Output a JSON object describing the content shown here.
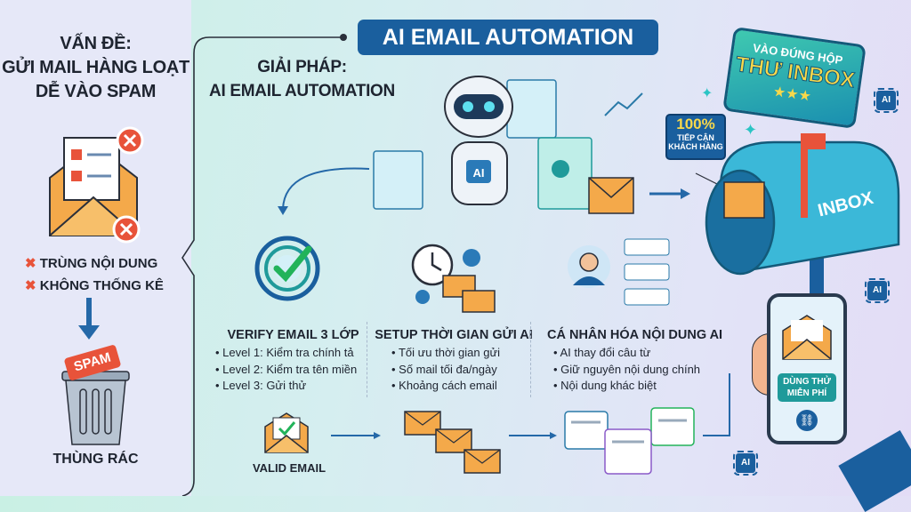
{
  "title": "AI EMAIL AUTOMATION",
  "problem": {
    "line1": "VẤN ĐỀ:",
    "line2": "GỬI MAIL HÀNG LOẠT",
    "line3": "DỄ VÀO SPAM",
    "issues": [
      "TRÙNG NỘI DUNG",
      "KHÔNG THỐNG KÊ"
    ],
    "spam_tag": "SPAM",
    "trash_label": "THÙNG RÁC"
  },
  "solution": {
    "line1": "GIẢI PHÁP:",
    "line2": "AI EMAIL AUTOMATION",
    "robot_chest": "AI"
  },
  "inbox_badge": {
    "line1": "VÀO ĐÚNG HỘP",
    "line2": "THƯ INBOX"
  },
  "reach_box": {
    "percent": "100%",
    "line1": "TIẾP CẬN",
    "line2": "KHÁCH HÀNG"
  },
  "mailbox_label": "INBOX",
  "ai_chip": "AI",
  "columns": [
    {
      "heading": "VERIFY EMAIL 3 LỚP",
      "bullets": [
        "Level 1: Kiểm tra chính tả",
        "Level 2: Kiểm tra tên miền",
        "Level 3: Gửi thử"
      ]
    },
    {
      "heading": "SETUP THỜI GIAN GỬI AI",
      "bullets": [
        "Tối ưu thời gian gửi",
        "Số mail tối đa/ngày",
        "Khoảng cách email"
      ]
    },
    {
      "heading": "CÁ NHÂN HÓA NỘI DUNG AI",
      "bullets": [
        "AI thay đổi câu từ",
        "Giữ nguyên nội dung chính",
        "Nội dung khác biệt"
      ]
    }
  ],
  "valid_email": "VALID EMAIL",
  "phone": {
    "cta_line1": "DÙNG THỬ",
    "cta_line2": "MIỄN PHÍ"
  },
  "colors": {
    "brand": "#1a5f9e",
    "red": "#e8533a",
    "envelope": "#f4a94a",
    "teal": "#1f9a9a"
  }
}
